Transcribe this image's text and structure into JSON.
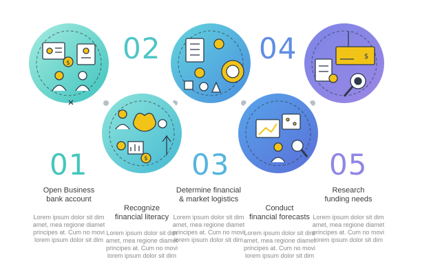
{
  "steps": [
    {
      "number": "01",
      "title_l1": "Open Business",
      "title_l2": "bank account",
      "body": [
        "Lorem ipsum dolor sit dim",
        "amet, mea regione diamet",
        "principes at. Cum no movi",
        "lorem ipsum dolor sit dim"
      ]
    },
    {
      "number": "02",
      "title_l1": "Recognize",
      "title_l2": "financial literacy",
      "body": [
        "Lorem ipsum dolor sit dim",
        "amet, mea regione diamet",
        "principes at. Cum no movi",
        "lorem ipsum dolor sit dim"
      ]
    },
    {
      "number": "03",
      "title_l1": "Determine financial",
      "title_l2": "& market logistics",
      "body": [
        "Lorem ipsum dolor sit dim",
        "amet, mea regione diamet",
        "principes at. Cum no movi",
        "lorem ipsum dolor sit dim"
      ]
    },
    {
      "number": "04",
      "title_l1": "Conduct",
      "title_l2": "financial forecasts",
      "body": [
        "Lorem ipsum dolor sit dim",
        "amet, mea regione diamet",
        "principes at. Cum no movi",
        "lorem ipsum dolor sit dim"
      ]
    },
    {
      "number": "05",
      "title_l1": "Research",
      "title_l2": "funding needs",
      "body": [
        "Lorem ipsum dolor sit dim",
        "amet, mea regione diamet",
        "principes at. Cum no movi",
        "lorem ipsum dolor sit dim"
      ]
    }
  ],
  "icons": {
    "step1": "bank-account-people-icon",
    "step2": "financial-literacy-brain-icon",
    "step3": "market-logistics-strategy-icon",
    "step4": "forecast-analysis-icon",
    "step5": "funding-research-cheque-icon"
  },
  "dollar_sign": "$",
  "colors": {
    "teal": "#3fc7c0",
    "teal_light": "#8fe3d6",
    "blue": "#4f8fe0",
    "indigo": "#6f70d8",
    "violet": "#9b8fe6",
    "accent_yellow": "#f2c418",
    "icon_stroke": "#2d3a4a"
  }
}
